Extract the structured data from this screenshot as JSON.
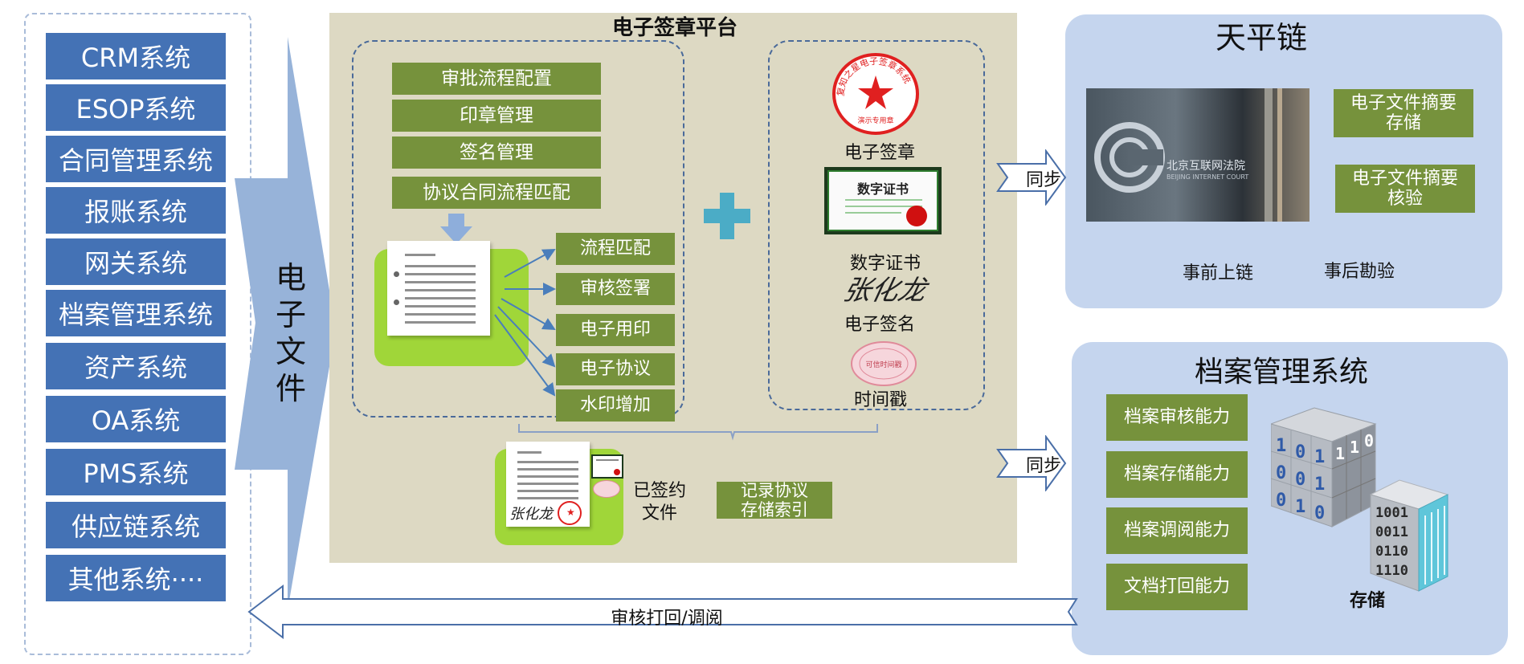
{
  "left_panel": {
    "systems": [
      "CRM系统",
      "ESOP系统",
      "合同管理系统",
      "报账系统",
      "网关系统",
      "档案管理系统",
      "资产系统",
      "OA系统",
      "PMS系统",
      "供应链系统",
      "其他系统····"
    ],
    "arrow_label": [
      "电",
      "子",
      "文",
      "件"
    ]
  },
  "platform": {
    "title": "电子签章平台",
    "config_buttons": [
      "审批流程配置",
      "印章管理",
      "签名管理",
      "协议合同流程匹配"
    ],
    "process_steps": [
      "流程匹配",
      "审核签署",
      "电子用印",
      "电子协议",
      "水印增加"
    ],
    "plus_symbol": "+",
    "credentials": {
      "seal_label": "电子签章",
      "seal_ring_text": "复知之星电子签章系统",
      "seal_center_text": "演示专用章",
      "cert_label": "数字证书",
      "cert_title": "数字证书",
      "signature_text": "张化龙",
      "signature_label": "电子签名",
      "timestamp_label": "时间戳",
      "timestamp_text": "可信时间戳"
    },
    "signed_file_label": [
      "已签约",
      "文件"
    ],
    "index_button": [
      "记录协议",
      "存储索引"
    ]
  },
  "tianping": {
    "title": "天平链",
    "sync_label": "同步",
    "photo_text": [
      "北京互联网法院",
      "BEIJING INTERNET COURT"
    ],
    "buttons": [
      [
        "电子文件摘要",
        "存储"
      ],
      [
        "电子文件摘要",
        "核验"
      ]
    ],
    "pre_chain": "事前上链",
    "post_check": "事后勘验"
  },
  "archive": {
    "title": "档案管理系统",
    "sync_label": "同步",
    "capabilities": [
      "档案审核能力",
      "档案存储能力",
      "档案调阅能力",
      "文档打回能力"
    ],
    "storage_label": "存储",
    "cube_digits": [
      "1",
      "0",
      "1",
      "0",
      "0",
      "1",
      "0",
      "1",
      "0",
      "1",
      "1",
      "0"
    ],
    "building_digits": [
      "1001",
      "0011",
      "0110",
      "1110"
    ]
  },
  "bottom_arrow": {
    "label": "审核打回/调阅"
  },
  "colors": {
    "system_blue": "#4472b5",
    "action_green": "#76923c",
    "platform_bg": "#ddd9c3",
    "panel_blue": "#c5d5ee",
    "doc_green": "#a0d639"
  }
}
